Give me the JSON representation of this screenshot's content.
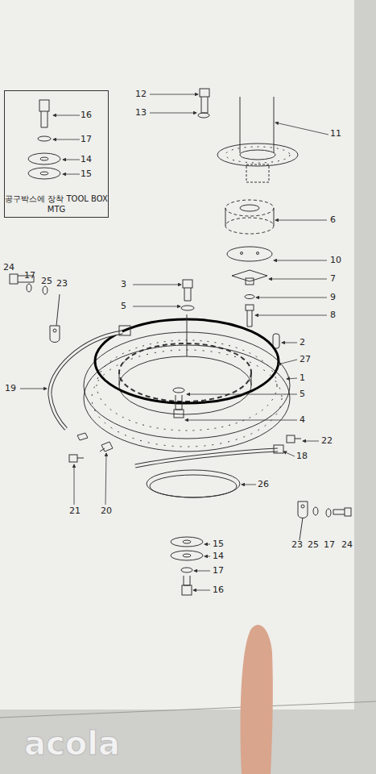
{
  "diagram": {
    "nodes": [
      {
        "text": [
          "공구박스에 장착 TOOL BOX MTG"
        ]
      }
    ],
    "labels": [
      "16",
      "17",
      "14",
      "15",
      "12",
      "13",
      "11",
      "6",
      "10",
      "7",
      "9",
      "8",
      "24",
      "17",
      "25",
      "23",
      "3",
      "5",
      "2",
      "27",
      "1",
      "19",
      "5",
      "4",
      "22",
      "18",
      "21",
      "20",
      "26",
      "23",
      "25",
      "17",
      "24",
      "15",
      "14",
      "17",
      "16",
      "acola"
    ]
  }
}
